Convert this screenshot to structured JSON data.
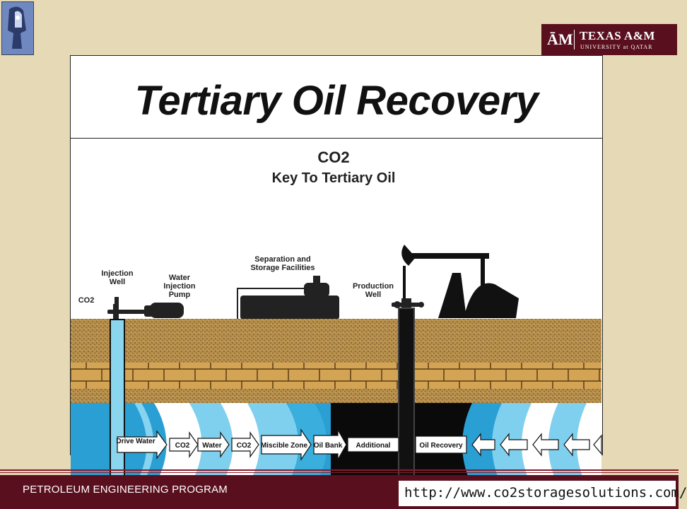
{
  "slide": {
    "title": "Tertiary Oil Recovery",
    "subtitle_line1": "CO2",
    "subtitle_line2": "Key To Tertiary Oil"
  },
  "labels": {
    "injection_well": [
      "Injection",
      "Well"
    ],
    "water_injection_pump": [
      "Water",
      "Injection",
      "Pump"
    ],
    "separation": [
      "Separation and",
      "Storage Facilities"
    ],
    "production_well": [
      "Production",
      "Well"
    ],
    "co2_input": "CO2"
  },
  "zones": [
    {
      "label": "Drive Water"
    },
    {
      "label": "CO2"
    },
    {
      "label": "Water"
    },
    {
      "label": "CO2"
    },
    {
      "label": "Miscible Zone"
    },
    {
      "label": "Oil Bank"
    },
    {
      "label": "Additional"
    },
    {
      "label": "Oil Recovery"
    }
  ],
  "branding": {
    "university": "TEXAS A&M",
    "university_sub": "UNIVERSITY at QATAR",
    "program": "PETROLEUM ENGINEERING PROGRAM",
    "url": "http://www.co2storagesolutions.com/"
  },
  "colors": {
    "background": "#e6d9b5",
    "footer": "#5a0f1e",
    "water_blue": "#2a9fd4",
    "light_blue": "#7fd0ee",
    "sand": "#b38b4a",
    "brick": "#d3a656"
  }
}
